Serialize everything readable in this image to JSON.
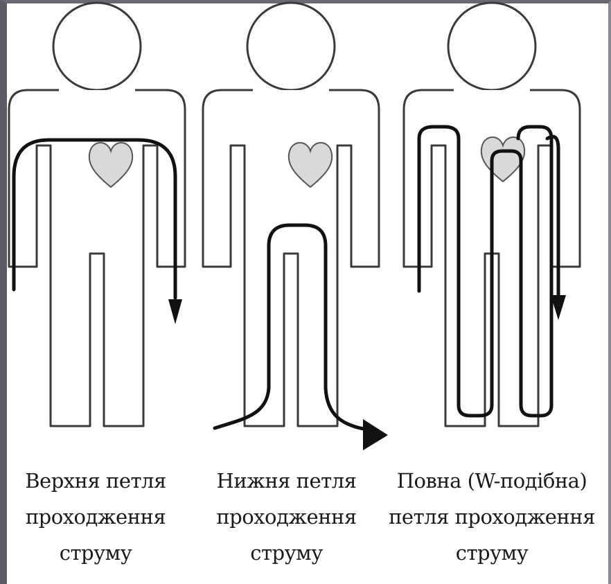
{
  "panels": [
    {
      "id": "upper",
      "caption": [
        "Верхня петля",
        "проходження",
        "струму"
      ]
    },
    {
      "id": "lower",
      "caption": [
        "Нижня петля",
        "проходження",
        "струму"
      ]
    },
    {
      "id": "full",
      "caption": [
        "Повна (W-подібна)",
        "петля проходження",
        "струму"
      ]
    }
  ],
  "colors": {
    "outline": "#3a3a3a",
    "current": "#111111",
    "heart_fill": "#d9d9d9",
    "frame": "#5c5a62"
  },
  "icons": [
    "human-figure-icon",
    "heart-icon",
    "arrow-icon"
  ]
}
